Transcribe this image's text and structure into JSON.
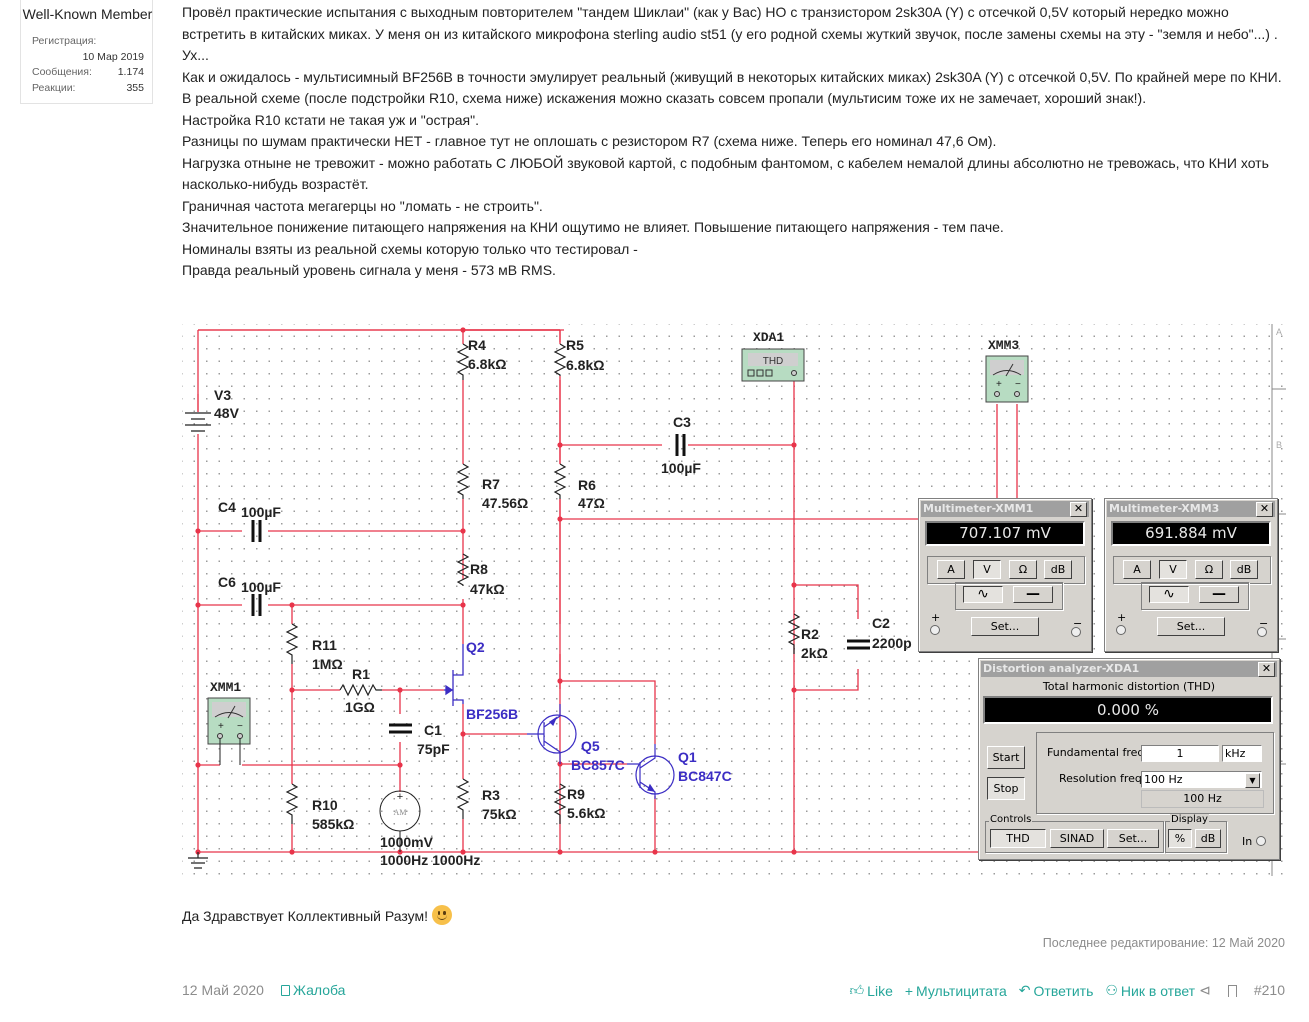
{
  "user": {
    "title": "Well-Known Member",
    "registration_label": "Регистрация:",
    "registration_date": "10 Мар 2019",
    "messages_label": "Сообщения:",
    "messages_value": "1.174",
    "reactions_label": "Реакции:",
    "reactions_value": "355"
  },
  "message": {
    "paragraphs": [
      "Провёл практические испытания с выходным повторителем \"тандем Шиклаи\" (как у Вас) НО с транзистором 2sk30A (Y) с отсечкой 0,5V который нередко можно встретить в китайских миках. У меня он из китайского микрофона sterling audio st51 (у его родной схемы жуткий звучок, после замены схемы на эту - \"земля и небо\"...) .",
      "Ух...",
      "Как и ожидалось - мультисимный BF256B в точности эмулирует реальный (живущий в некоторых китайских миках) 2sk30A (Y) с отсечкой 0,5V. По крайней мере по КНИ.",
      "В реальной схеме (после подстройки R10, схема ниже) искажения можно сказать совсем пропали (мультисим тоже их не замечает, хороший знак!).",
      "Настройка R10 кстати не такая уж и \"острая\".",
      "Разницы по шумам практически НЕТ - главное тут не оплошать с резистором R7 (схема ниже. Теперь его номинал 47,6 Ом).",
      "Нагрузка отныне не тревожит - можно работать С ЛЮБОЙ звуковой картой, с подобным фантомом, с кабелем немалой длины абсолютно не тревожась, что КНИ хоть насколько-нибудь возрастёт.",
      "Граничная частота мегагерцы но \"ломать - не строить\".",
      "Значительное понижение питающего напряжения на КНИ ощутимо не влияет. Повышение питающего напряжения - тем паче.",
      "Номиналы взяты из реальной схемы которую только что тестировал -",
      "Правда реальный уровень сигнала у меня - 573 мВ RMS."
    ],
    "closing": "Да Здравствует Коллективный Разум!",
    "emoji": "smile"
  },
  "schematic": {
    "components": {
      "V3": {
        "name": "V3",
        "value": "48V"
      },
      "R4": {
        "name": "R4",
        "value": "6.8kΩ"
      },
      "R5": {
        "name": "R5",
        "value": "6.8kΩ"
      },
      "R7": {
        "name": "R7",
        "value": "47.56Ω"
      },
      "R6": {
        "name": "R6",
        "value": "47Ω"
      },
      "R8": {
        "name": "R8",
        "value": "47kΩ"
      },
      "C4": {
        "name": "C4",
        "value": "100µF"
      },
      "C6": {
        "name": "C6",
        "value": "100µF"
      },
      "C3": {
        "name": "C3",
        "value": "100µF"
      },
      "R11": {
        "name": "R11",
        "value": "1MΩ"
      },
      "R1": {
        "name": "R1",
        "value": "1GΩ"
      },
      "C1": {
        "name": "C1",
        "value": "75pF"
      },
      "R10": {
        "name": "R10",
        "value": "585kΩ"
      },
      "R3": {
        "name": "R3",
        "value": "75kΩ"
      },
      "R9": {
        "name": "R9",
        "value": "5.6kΩ"
      },
      "R2": {
        "name": "R2",
        "value": "2kΩ"
      },
      "C2": {
        "name": "C2",
        "value": "2200p"
      },
      "Q2": {
        "name": "Q2",
        "value": "BF256B"
      },
      "Q5": {
        "name": "Q5",
        "value": "BC857C"
      },
      "Q1": {
        "name": "Q1",
        "value": "BC847C"
      },
      "source": {
        "amplitude": "1000mV",
        "freq": "1000Hz 1000Hz",
        "glyph": "AM"
      },
      "XMM1": {
        "name": "XMM1"
      },
      "XMM3": {
        "name": "XMM3"
      },
      "XDA1": {
        "name": "XDA1",
        "screen": "THD"
      }
    },
    "ruler_marks": [
      "A",
      "B"
    ]
  },
  "multimeter_xmm1": {
    "title": "Multimeter-XMM1",
    "reading": "707.107 mV",
    "buttons": [
      "A",
      "V",
      "Ω",
      "dB"
    ],
    "active_button": "V",
    "mode_ac": "∿",
    "mode_dc": "—",
    "set_label": "Set...",
    "plus": "+",
    "minus": "−",
    "close": "✕"
  },
  "multimeter_xmm3": {
    "title": "Multimeter-XMM3",
    "reading": "691.884 mV",
    "buttons": [
      "A",
      "V",
      "Ω",
      "dB"
    ],
    "active_button": "V",
    "mode_ac": "∿",
    "mode_dc": "—",
    "set_label": "Set...",
    "plus": "+",
    "minus": "−",
    "close": "✕"
  },
  "distortion_analyzer": {
    "title": "Distortion analyzer-XDA1",
    "subtitle": "Total harmonic distortion (THD)",
    "reading": "0.000 %",
    "start_label": "Start",
    "stop_label": "Stop",
    "fundamental_label": "Fundamental freq.",
    "fundamental_value": "1",
    "fundamental_unit": "kHz",
    "resolution_label": "Resolution freq.",
    "resolution_value": "100 Hz",
    "resolution_display": "100 Hz",
    "controls_label": "Controls",
    "thd_label": "THD",
    "sinad_label": "SINAD",
    "set_label": "Set...",
    "display_label": "Display",
    "percent_label": "%",
    "db_label": "dB",
    "in_label": "In",
    "close": "✕"
  },
  "footer": {
    "last_edited": "Последнее редактирование: 12 Май 2020",
    "date": "12 Май 2020",
    "report": "Жалоба",
    "like": "Like",
    "multiquote": "Мультицитата",
    "reply": "Ответить",
    "nick_reply": "Ник в ответ",
    "post_number": "#210"
  },
  "colors": {
    "wire": "#e8344a",
    "transistor": "#3b2dc4",
    "accent": "#26a69a",
    "instrument_green": "#b7dcc2"
  }
}
